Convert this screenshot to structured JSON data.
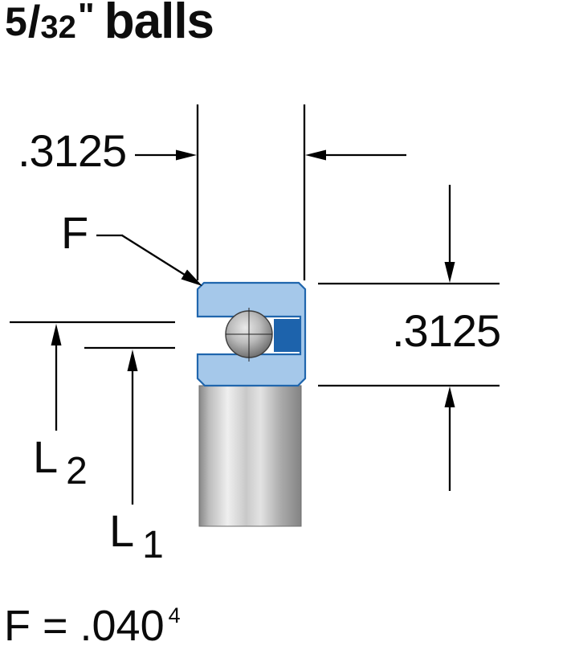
{
  "title": {
    "numerator": "5",
    "slash": "/",
    "denominator": "32",
    "inch_mark": "\"",
    "word": "balls"
  },
  "dims": {
    "width_label": ".3125",
    "height_label": ".3125",
    "chamfer_label": "F",
    "l2_letter": "L",
    "l2_sub": "2",
    "l1_letter": "L",
    "l1_sub": "1"
  },
  "footer": {
    "equation": "F = .040",
    "footnote": "4"
  },
  "colors": {
    "ring_fill": "#a5c8ea",
    "ring_stroke": "#2066ad",
    "seal_fill": "#1d63ac",
    "line": "#000000"
  }
}
